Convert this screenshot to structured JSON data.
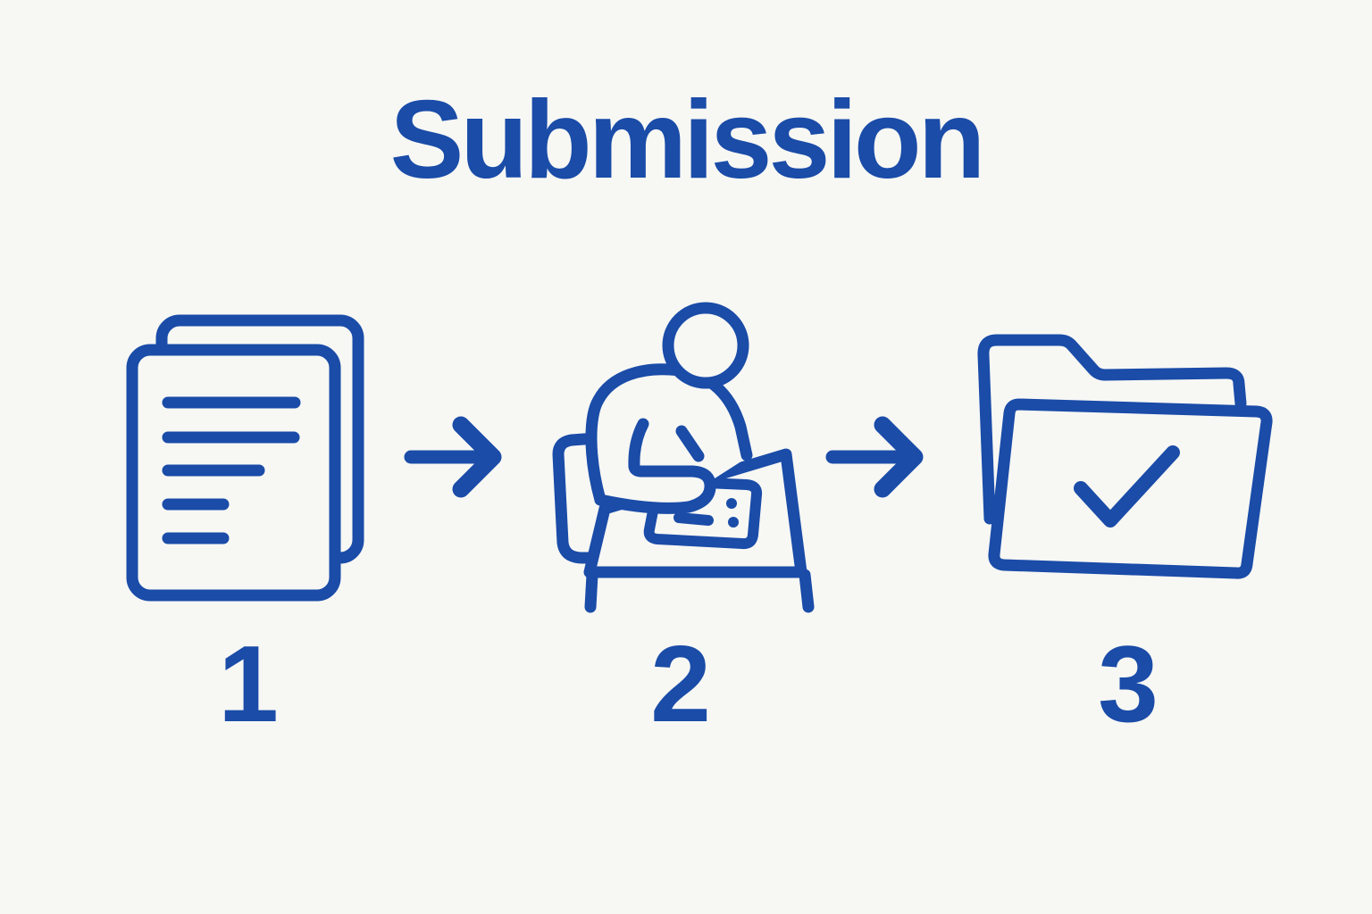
{
  "title": "Submission",
  "steps": [
    {
      "number": "1",
      "icon": "documents-icon",
      "meaning": "prepare documents"
    },
    {
      "number": "2",
      "icon": "person-writing-icon",
      "meaning": "fill out / write"
    },
    {
      "number": "3",
      "icon": "folder-check-icon",
      "meaning": "submitted and accepted"
    }
  ],
  "arrows": [
    {
      "icon": "right-arrow-icon"
    },
    {
      "icon": "right-arrow-icon"
    }
  ],
  "colors": {
    "accent": "#1a4ca8",
    "background": "#f7f7f4"
  }
}
